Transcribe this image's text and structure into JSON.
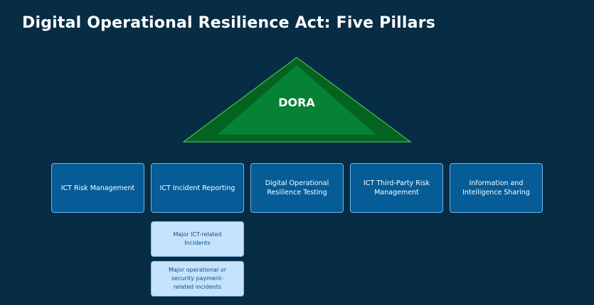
{
  "title": "Digital Operational Resilience Act: Five Pillars",
  "roof": {
    "label": "DORA"
  },
  "pillars": [
    {
      "label": "ICT Risk Management"
    },
    {
      "label": "ICT Incident Reporting"
    },
    {
      "label": "Digital Operational Resilience Testing"
    },
    {
      "label": "ICT Third-Party Risk Management"
    },
    {
      "label": "Information and Intelligence Sharing"
    }
  ],
  "incident_reporting_details": [
    {
      "label": "Major ICT-related Incidents"
    },
    {
      "label": "Major operational or security payment-related incidents"
    }
  ],
  "colors": {
    "background": "#072d44",
    "roof_outer": "#03631f",
    "roof_inner": "#058233",
    "pillar_fill": "#055c97",
    "detail_fill": "#c5e3fc",
    "detail_text": "#0b4e86"
  }
}
